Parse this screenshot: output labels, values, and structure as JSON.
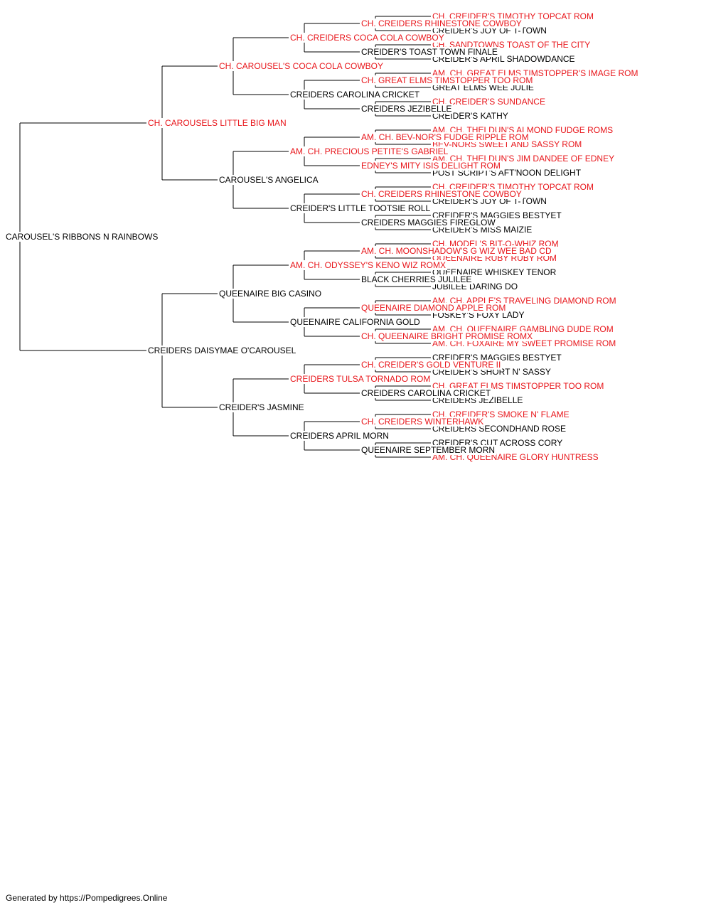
{
  "colors": {
    "champion": "#e8161b",
    "normal": "#000000",
    "line": "#000000"
  },
  "footer": "Generated by https://Pompedigrees.Online",
  "pedigree": {
    "name": "CAROUSEL'S RIBBONS N RAINBOWS",
    "champion": false,
    "sire": {
      "name": "CH. CAROUSELS LITTLE BIG MAN",
      "champion": true,
      "sire": {
        "name": "CH. CAROUSEL'S COCA COLA COWBOY",
        "champion": true,
        "sire": {
          "name": "CH. CREIDERS COCA COLA COWBOY",
          "champion": true,
          "sire": {
            "name": "CH. CREIDERS RHINESTONE COWBOY",
            "champion": true,
            "sire": {
              "name": "CH. CREIDER'S TIMOTHY TOPCAT ROM",
              "champion": true
            },
            "dam": {
              "name": "CREIDER'S JOY OF T-TOWN",
              "champion": false
            }
          },
          "dam": {
            "name": "CREIDER'S TOAST TOWN FINALE",
            "champion": false,
            "sire": {
              "name": "CH. SANDTOWNS TOAST OF THE CITY",
              "champion": true
            },
            "dam": {
              "name": "CREIDER'S APRIL SHADOWDANCE",
              "champion": false
            }
          }
        },
        "dam": {
          "name": "CREIDERS CAROLINA CRICKET",
          "champion": false,
          "sire": {
            "name": "CH. GREAT ELMS TIMSTOPPER TOO ROM",
            "champion": true,
            "sire": {
              "name": "AM. CH. GREAT ELMS TIMSTOPPER'S IMAGE ROM",
              "champion": true
            },
            "dam": {
              "name": "GREAT ELMS WEE JULIE",
              "champion": false
            }
          },
          "dam": {
            "name": "CREIDERS JEZIBELLE",
            "champion": false,
            "sire": {
              "name": "CH. CREIDER'S SUNDANCE",
              "champion": true
            },
            "dam": {
              "name": "CREIDER'S KATHY",
              "champion": false
            }
          }
        }
      },
      "dam": {
        "name": "CAROUSEL'S ANGELICA",
        "champion": false,
        "sire": {
          "name": "AM. CH. PRECIOUS PETITE'S GABRIEL",
          "champion": true,
          "sire": {
            "name": "AM. CH. BEV-NOR'S FUDGE RIPPLE ROM",
            "champion": true,
            "sire": {
              "name": "AM. CH. THELDUN'S ALMOND FUDGE ROMS",
              "champion": true
            },
            "dam": {
              "name": "BEV-NORS SWEET AND SASSY ROM",
              "champion": true
            }
          },
          "dam": {
            "name": "EDNEY'S MITY ISIS DELIGHT ROM",
            "champion": true,
            "sire": {
              "name": "AM. CH. THELDUN'S JIM DANDEE OF EDNEY",
              "champion": true
            },
            "dam": {
              "name": "POST SCRIPT'S AFT'NOON DELIGHT",
              "champion": false
            }
          }
        },
        "dam": {
          "name": "CREIDER'S LITTLE TOOTSIE ROLL",
          "champion": false,
          "sire": {
            "name": "CH. CREIDERS RHINESTONE COWBOY",
            "champion": true,
            "sire": {
              "name": "CH. CREIDER'S TIMOTHY TOPCAT ROM",
              "champion": true
            },
            "dam": {
              "name": "CREIDER'S JOY OF T-TOWN",
              "champion": false
            }
          },
          "dam": {
            "name": "CREIDERS MAGGIES FIREGLOW",
            "champion": false,
            "sire": {
              "name": "CREIDER'S MAGGIES BESTYET",
              "champion": false
            },
            "dam": {
              "name": "CREIDER'S MISS MAIZIE",
              "champion": false
            }
          }
        }
      }
    },
    "dam": {
      "name": "CREIDERS DAISYMAE O'CAROUSEL",
      "champion": false,
      "sire": {
        "name": "QUEENAIRE BIG CASINO",
        "champion": false,
        "sire": {
          "name": "AM. CH. ODYSSEY'S KENO WIZ ROMX",
          "champion": true,
          "sire": {
            "name": "AM. CH. MOONSHADOW'S G WIZ WEE BAD CD",
            "champion": true,
            "sire": {
              "name": "CH. MODEL'S BIT-O-WHIZ ROM",
              "champion": true
            },
            "dam": {
              "name": "QUEENAIRE RUBY RUBY ROM",
              "champion": true
            }
          },
          "dam": {
            "name": "BLACK CHERRIES JULILEE",
            "champion": false,
            "sire": {
              "name": "QUEENAIRE WHISKEY TENOR",
              "champion": false
            },
            "dam": {
              "name": "JUBILEE DARING DO",
              "champion": false
            }
          }
        },
        "dam": {
          "name": "QUEENAIRE CALIFORNIA GOLD",
          "champion": false,
          "sire": {
            "name": "QUEENAIRE DIAMOND APPLE ROM",
            "champion": true,
            "sire": {
              "name": "AM. CH. APPLE'S TRAVELING DIAMOND ROM",
              "champion": true
            },
            "dam": {
              "name": "FOSKEY'S FOXY LADY",
              "champion": false
            }
          },
          "dam": {
            "name": "CH. QUEENAIRE BRIGHT PROMISE ROMX",
            "champion": true,
            "sire": {
              "name": "AM. CH. QUEENAIRE GAMBLING DUDE ROM",
              "champion": true
            },
            "dam": {
              "name": "AM. CH. FOXAIRE MY SWEET PROMISE ROM",
              "champion": true
            }
          }
        }
      },
      "dam": {
        "name": "CREIDER'S JASMINE",
        "champion": false,
        "sire": {
          "name": "CREIDERS TULSA TORNADO ROM",
          "champion": true,
          "sire": {
            "name": "CH. CREIDER'S GOLD VENTURE II",
            "champion": true,
            "sire": {
              "name": "CREIDER'S MAGGIES BESTYET",
              "champion": false
            },
            "dam": {
              "name": "CREIDER'S SHORT N' SASSY",
              "champion": false
            }
          },
          "dam": {
            "name": "CREIDERS CAROLINA CRICKET",
            "champion": false,
            "sire": {
              "name": "CH. GREAT ELMS TIMSTOPPER TOO ROM",
              "champion": true
            },
            "dam": {
              "name": "CREIDERS JEZIBELLE",
              "champion": false
            }
          }
        },
        "dam": {
          "name": "CREIDERS APRIL MORN",
          "champion": false,
          "sire": {
            "name": "CH. CREIDERS WINTERHAWK",
            "champion": true,
            "sire": {
              "name": "CH. CREIDER'S SMOKE N' FLAME",
              "champion": true
            },
            "dam": {
              "name": "CREIDERS SECONDHAND ROSE",
              "champion": false
            }
          },
          "dam": {
            "name": "QUEENAIRE SEPTEMBER MORN",
            "champion": false,
            "sire": {
              "name": "CREIDER'S CUT ACROSS CORY",
              "champion": false
            },
            "dam": {
              "name": "AM. CH. QUEENAIRE GLORY HUNTRESS",
              "champion": true
            }
          }
        }
      }
    }
  }
}
